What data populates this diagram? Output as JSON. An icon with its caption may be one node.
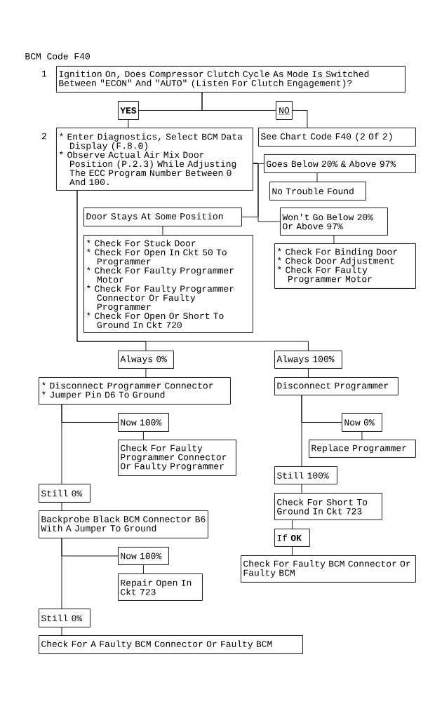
{
  "diagram": {
    "title": "BCM Code F40",
    "nodes": [
      {
        "text": [
          "Ignition On, Does Compressor Clutch Cycle As Mode Is Switched Between \"ECON\" And \"AUTO\" (Listen For Clutch Engagement)?"
        ],
        "beside": [
          "1"
        ]
      },
      {
        "text": [
          "YES"
        ]
      },
      {
        "text": [
          "NO"
        ]
      },
      {
        "text": [
          "* Enter Diagnostics, Select BCM Data Display (F.8.0)",
          "* Observe Actual Air Mix Door Position (P.2.3) While Adjusting The ECC Program Number Between 0 And 100."
        ],
        "beside": [
          "2"
        ]
      },
      {
        "text": [
          "See Chart Code F40 (2 Of 2)"
        ]
      },
      {
        "text": [
          "Goes Below 20% & Above 97%"
        ]
      },
      {
        "text": [
          "No Trouble Found"
        ]
      },
      {
        "text": [
          "Door Stays At Some Position"
        ]
      },
      {
        "text": [
          "Won't Go Below 20% Or Above 97%"
        ]
      },
      {
        "text": [
          "* Check For Stuck Door",
          "* Check For Open In Ckt 50 To Programmer",
          "* Check For Faulty Programmer Motor",
          "* Check For Faulty Programmer Connector Or Faulty Programmer",
          "* Check For Open Or Short To Ground In Ckt 720"
        ]
      },
      {
        "text": [
          "* Check For Binding Door",
          "* Check Door Adjustment",
          "* Check For Faulty Programmer Motor"
        ]
      },
      {
        "text": [
          "Always 0%"
        ]
      },
      {
        "text": [
          "Always 100%"
        ]
      },
      {
        "text": [
          "* Disconnect Programmer Connector",
          "* Jumper Pin D6 To Ground"
        ]
      },
      {
        "text": [
          "Disconnect Programmer"
        ]
      },
      {
        "text": [
          "Now 100%"
        ]
      },
      {
        "text": [
          "Check For Faulty Programmer Connector Or Faulty Programmer"
        ]
      },
      {
        "text": [
          "Now 0%"
        ]
      },
      {
        "text": [
          "Replace Programmer"
        ]
      },
      {
        "text": [
          "Still 100%"
        ]
      },
      {
        "text": [
          "Check For Short To Ground In Ckt 723"
        ]
      },
      {
        "text": [
          "If **OK**"
        ]
      },
      {
        "text": [
          "Check For Faulty BCM Connector Or Faulty BCM"
        ]
      },
      {
        "text": [
          "Still 0%"
        ]
      },
      {
        "text": [
          "Backprobe Black BCM Connector B6 With A Jumper To Ground"
        ]
      },
      {
        "text": [
          "Now 100%"
        ]
      },
      {
        "text": [
          "Repair Open In Ckt 723"
        ]
      },
      {
        "text": [
          "Still 0%"
        ]
      },
      {
        "text": [
          "Check For A Faulty BCM Connector Or Faulty BCM"
        ]
      }
    ],
    "edges": [
      {
        "from": 0,
        "to": 1,
        "arrow": "none"
      },
      {
        "from": 0,
        "to": 2,
        "arrow": "none"
      },
      {
        "from": 1,
        "to": 3,
        "arrow": "none"
      },
      {
        "from": 2,
        "to": 4,
        "arrow": "none"
      },
      {
        "from": 3,
        "to": 5,
        "arrow": "none"
      },
      {
        "from": 3,
        "to": 7,
        "arrow": "none"
      },
      {
        "from": 3,
        "to": 8,
        "arrow": "none"
      },
      {
        "from": 5,
        "to": 6,
        "arrow": "none"
      },
      {
        "from": 7,
        "to": 9,
        "arrow": "none"
      },
      {
        "from": 8,
        "to": 10,
        "arrow": "none"
      },
      {
        "from": 3,
        "to": 11,
        "arrow": "none"
      },
      {
        "from": 3,
        "to": 12,
        "arrow": "none"
      },
      {
        "from": 11,
        "to": 13,
        "arrow": "none"
      },
      {
        "from": 12,
        "to": 14,
        "arrow": "none"
      },
      {
        "from": 13,
        "to": 15,
        "arrow": "none"
      },
      {
        "from": 13,
        "to": 23,
        "arrow": "none"
      },
      {
        "from": 15,
        "to": 16,
        "arrow": "none"
      },
      {
        "from": 14,
        "to": 17,
        "arrow": "none"
      },
      {
        "from": 14,
        "to": 19,
        "arrow": "none"
      },
      {
        "from": 17,
        "to": 18,
        "arrow": "none"
      },
      {
        "from": 19,
        "to": 20,
        "arrow": "none"
      },
      {
        "from": 20,
        "to": 21,
        "arrow": "none"
      },
      {
        "from": 21,
        "to": 22,
        "arrow": "none"
      },
      {
        "from": 23,
        "to": 24,
        "arrow": "none"
      },
      {
        "from": 24,
        "to": 25,
        "arrow": "none"
      },
      {
        "from": 24,
        "to": 27,
        "arrow": "none"
      },
      {
        "from": 25,
        "to": 26,
        "arrow": "none"
      },
      {
        "from": 27,
        "to": 28,
        "arrow": "none"
      }
    ]
  }
}
